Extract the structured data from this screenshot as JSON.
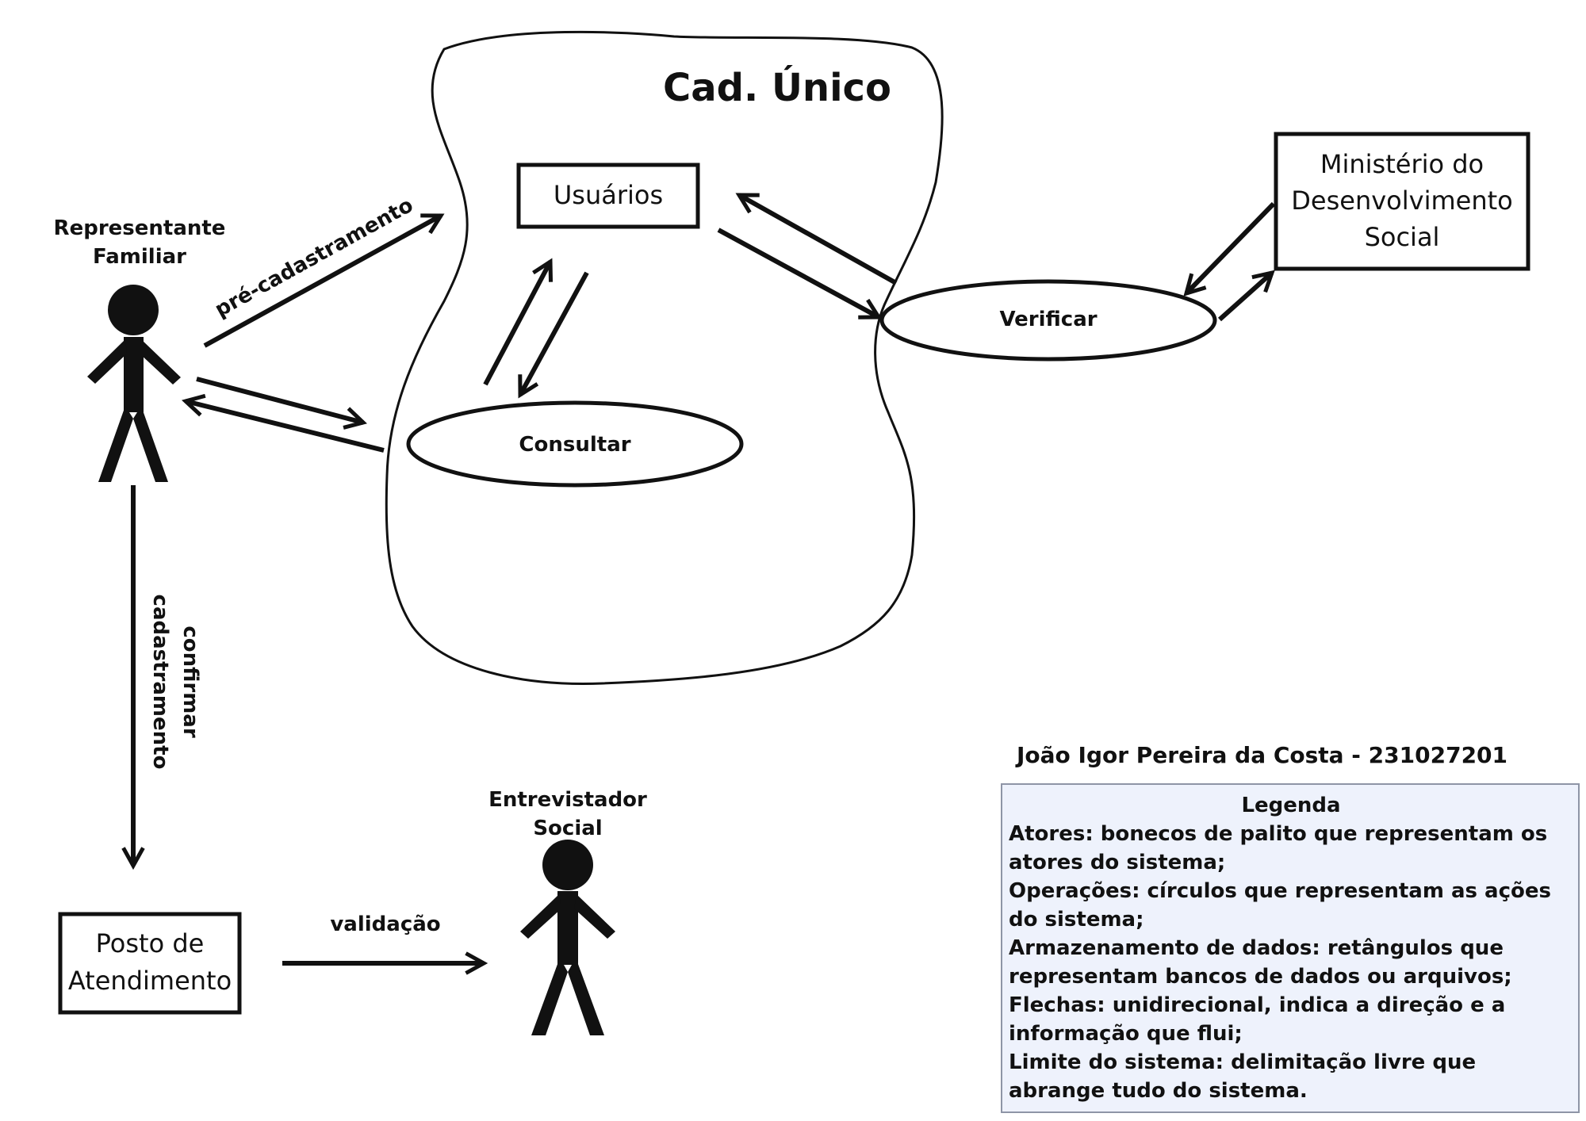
{
  "system": {
    "title": "Cad. Único"
  },
  "actors": {
    "representante": {
      "line1": "Representante",
      "line2": "Familiar"
    },
    "entrevistador": {
      "line1": "Entrevistador",
      "line2": "Social"
    }
  },
  "processes": {
    "consultar": "Consultar",
    "verificar": "Verificar"
  },
  "stores": {
    "usuarios": "Usuários",
    "ministerio": {
      "line1": "Ministério do",
      "line2": "Desenvolvimento",
      "line3": "Social"
    },
    "posto": {
      "line1": "Posto de",
      "line2": "Atendimento"
    }
  },
  "flows": {
    "pre_cadastramento": "pré-cadastramento",
    "confirmar_line1": "confirmar",
    "confirmar_line2": "cadastramento",
    "validacao": "validação"
  },
  "author": "João Igor Pereira da Costa - 231027201",
  "legend": {
    "title": "Legenda",
    "items": [
      "Atores: bonecos de palito que representam os atores do sistema;",
      "Operações: círculos que representam as ações do sistema;",
      "Armazenamento de dados: retângulos que representam bancos de dados ou arquivos;",
      "Flechas: unidirecional, indica a direção e a informação que flui;",
      "Limite do sistema: delimitação livre que abrange tudo do sistema."
    ]
  }
}
